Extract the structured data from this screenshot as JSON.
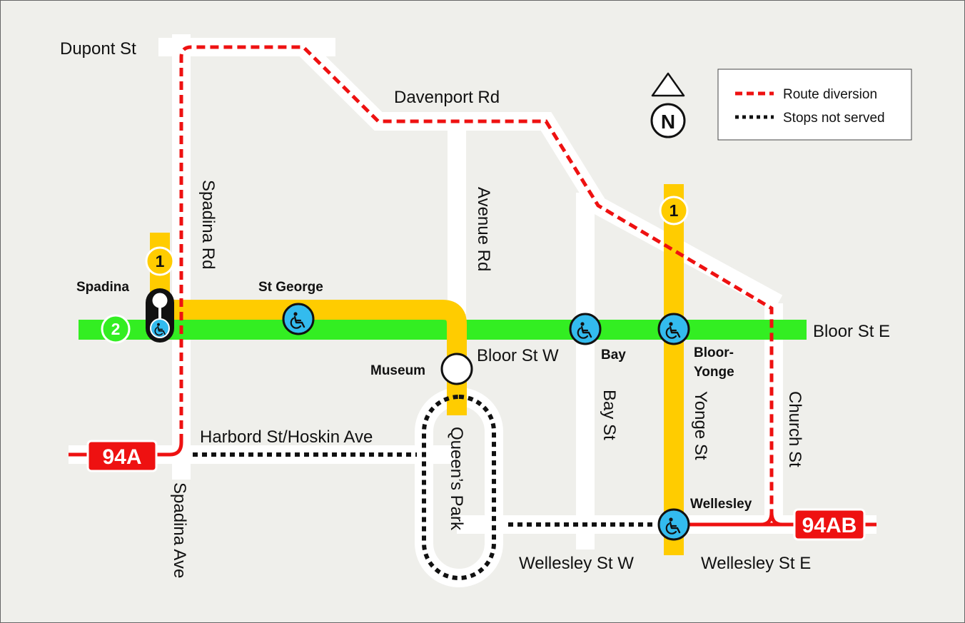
{
  "colors": {
    "background": "#efefeb",
    "street": "#ffffff",
    "line1": "#ffcc00",
    "line2": "#33ee22",
    "diversion": "#ee1111",
    "access": "#33bbee"
  },
  "legend": {
    "diversion": "Route diversion",
    "not_served": "Stops not served"
  },
  "north_label": "N",
  "streets": {
    "dupont": "Dupont St",
    "davenport": "Davenport Rd",
    "spadina_rd": "Spadina Rd",
    "avenue_rd": "Avenue Rd",
    "bloor_w": "Bloor St W",
    "bloor_e": "Bloor St E",
    "harbord": "Harbord St/Hoskin Ave",
    "spadina_ave": "Spadina Ave",
    "queens_park": "Queen’s Park",
    "bay_st": "Bay St",
    "yonge_st": "Yonge St",
    "church_st": "Church St",
    "wellesley_w": "Wellesley St W",
    "wellesley_e": "Wellesley St E"
  },
  "stations": {
    "spadina": "Spadina",
    "st_george": "St George",
    "museum": "Museum",
    "bay": "Bay",
    "bloor_yonge_1": "Bloor-",
    "bloor_yonge_2": "Yonge",
    "wellesley": "Wellesley"
  },
  "lines": {
    "line1": "1",
    "line2": "2"
  },
  "routes": {
    "west": "94A",
    "east": "94AB"
  },
  "icons": {
    "accessible": "wheelchair-icon",
    "north": "north-arrow-icon"
  }
}
